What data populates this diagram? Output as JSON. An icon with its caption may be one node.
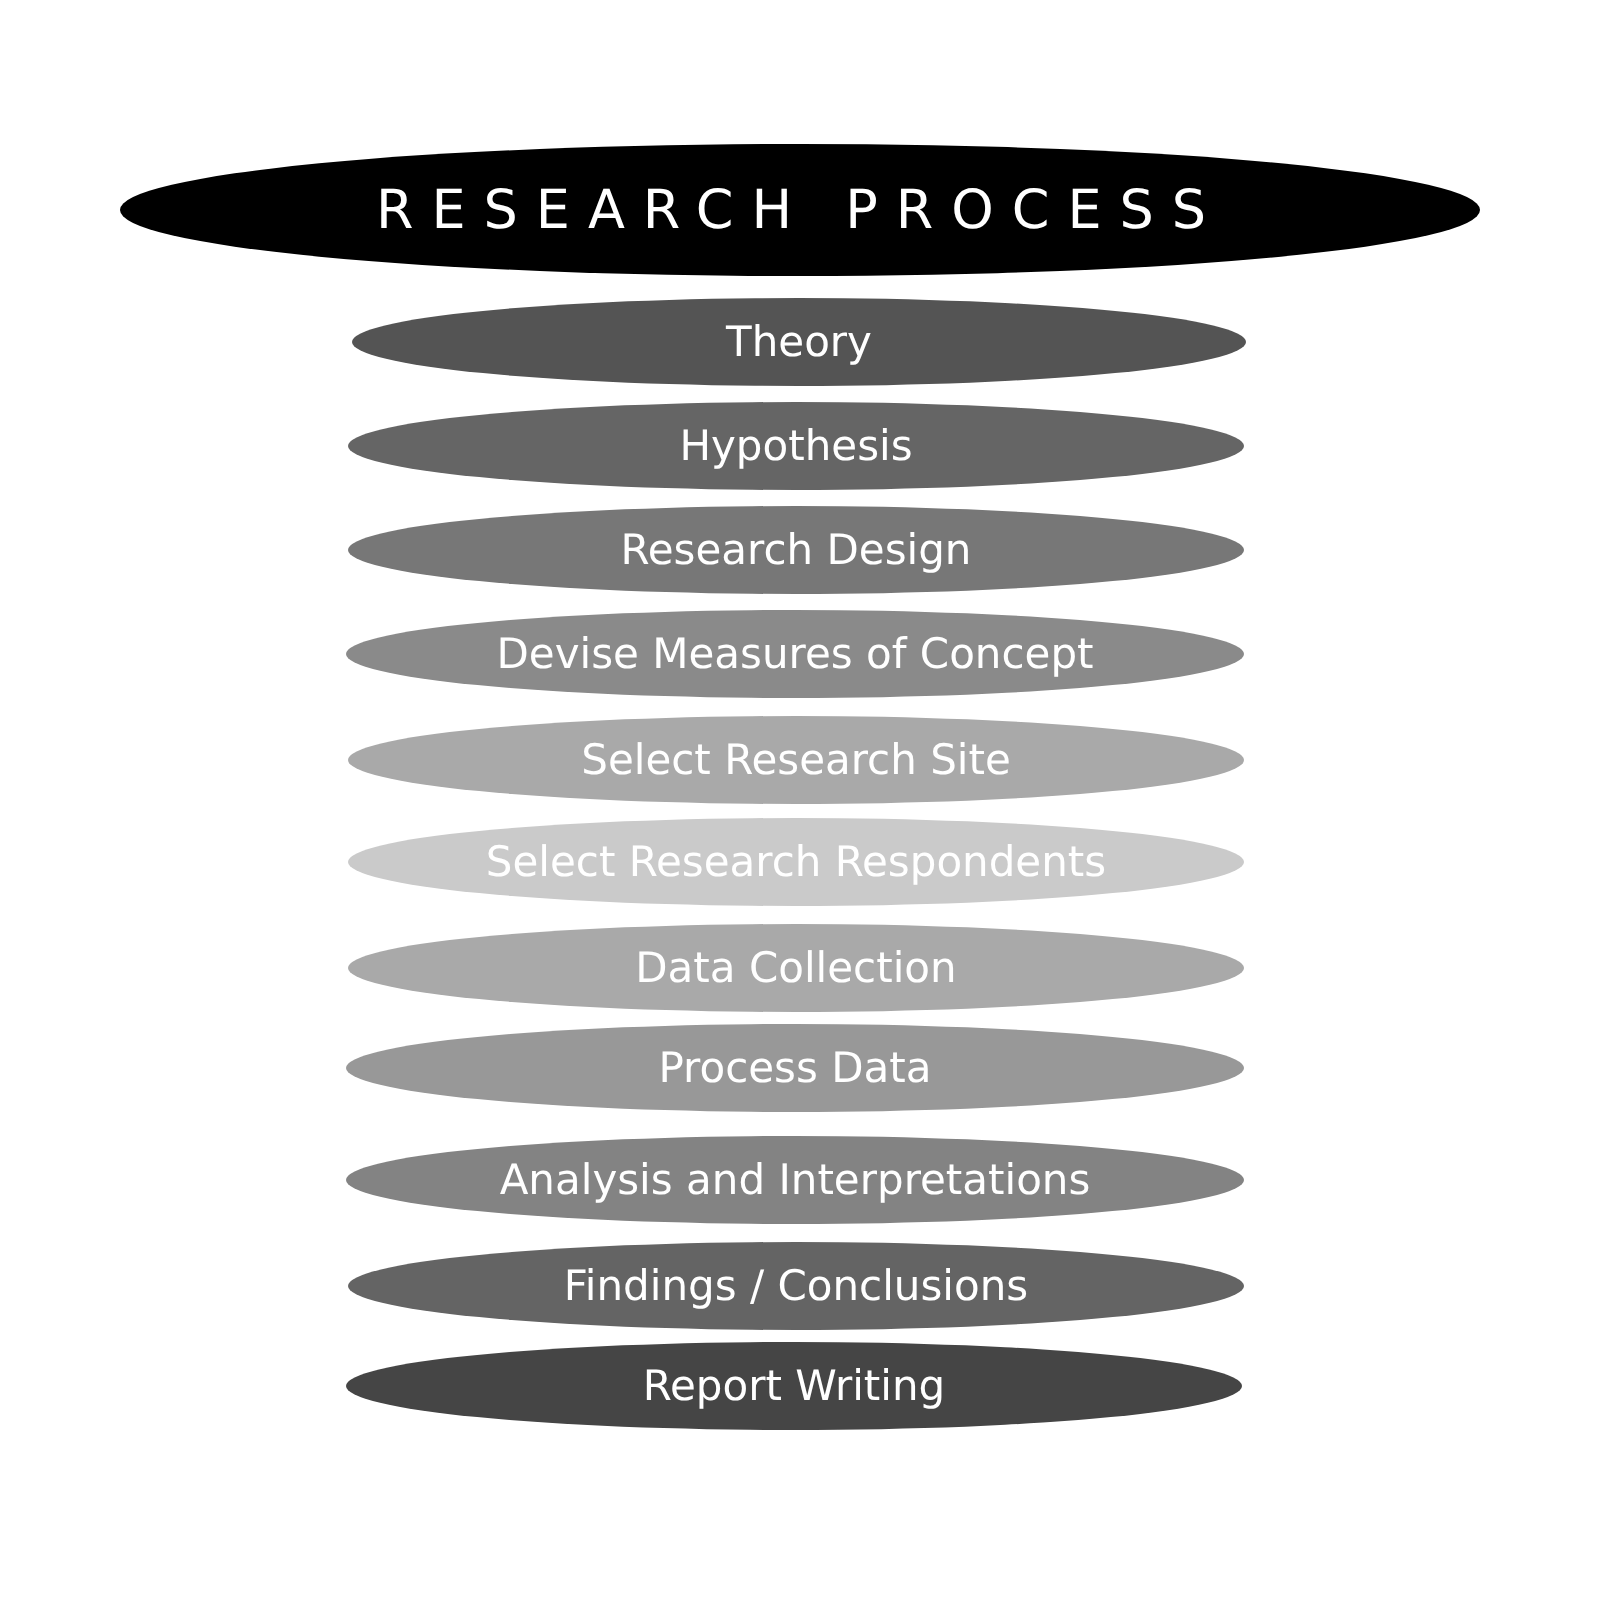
{
  "diagram": {
    "nodes": [
      {
        "text": [
          "RESEARCH PROCESS"
        ]
      },
      {
        "text": [
          "Theory"
        ]
      },
      {
        "text": [
          "Hypothesis"
        ]
      },
      {
        "text": [
          "Research Design"
        ]
      },
      {
        "text": [
          "Devise Measures of Concept"
        ]
      },
      {
        "text": [
          "Select Research Site"
        ]
      },
      {
        "text": [
          "Select Research Respondents"
        ]
      },
      {
        "text": [
          "Data Collection"
        ]
      },
      {
        "text": [
          "Process Data"
        ]
      },
      {
        "text": [
          "Analysis and Interpretations"
        ]
      },
      {
        "text": [
          "Findings / Conclusions"
        ]
      },
      {
        "text": [
          "Report Writing"
        ]
      }
    ]
  }
}
